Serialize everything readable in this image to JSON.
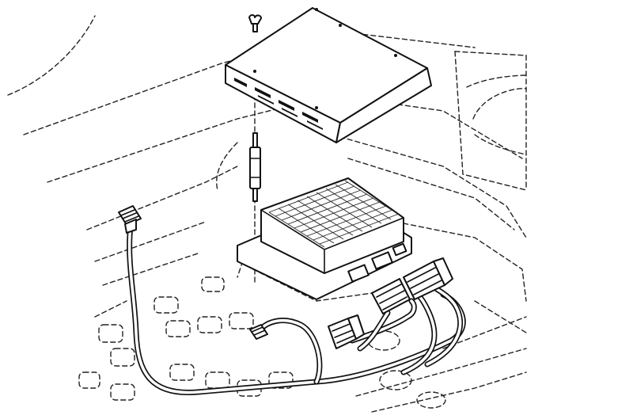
{
  "diagram": {
    "style": "technical exploded line drawing",
    "colors": {
      "line": "#111111",
      "background": "#ffffff"
    },
    "parts": [
      {
        "name": "mounting-cover"
      },
      {
        "name": "cover-fastener"
      },
      {
        "name": "standoff-post"
      },
      {
        "name": "control-module"
      },
      {
        "name": "wiring-harness"
      },
      {
        "name": "harness-connector-left"
      },
      {
        "name": "harness-connector-middle"
      },
      {
        "name": "module-connector-pair"
      }
    ]
  }
}
